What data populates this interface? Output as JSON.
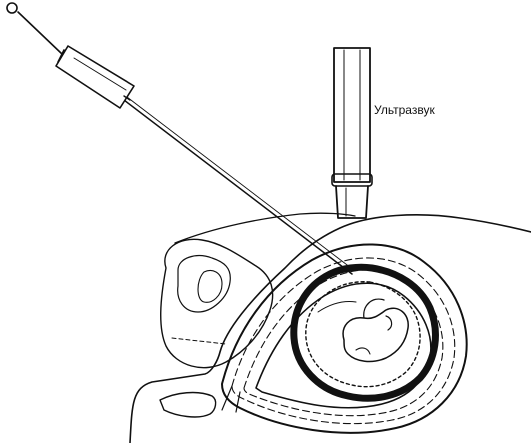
{
  "labels": {
    "probe": "Ультразвук"
  },
  "colors": {
    "ink": "#111111",
    "background": "#ffffff"
  },
  "parts": [
    "syringe-icon",
    "needle",
    "ultrasound-probe",
    "abdominal-wall",
    "uterus",
    "gestational-sac",
    "embryo",
    "bladder",
    "pubic-bone"
  ]
}
